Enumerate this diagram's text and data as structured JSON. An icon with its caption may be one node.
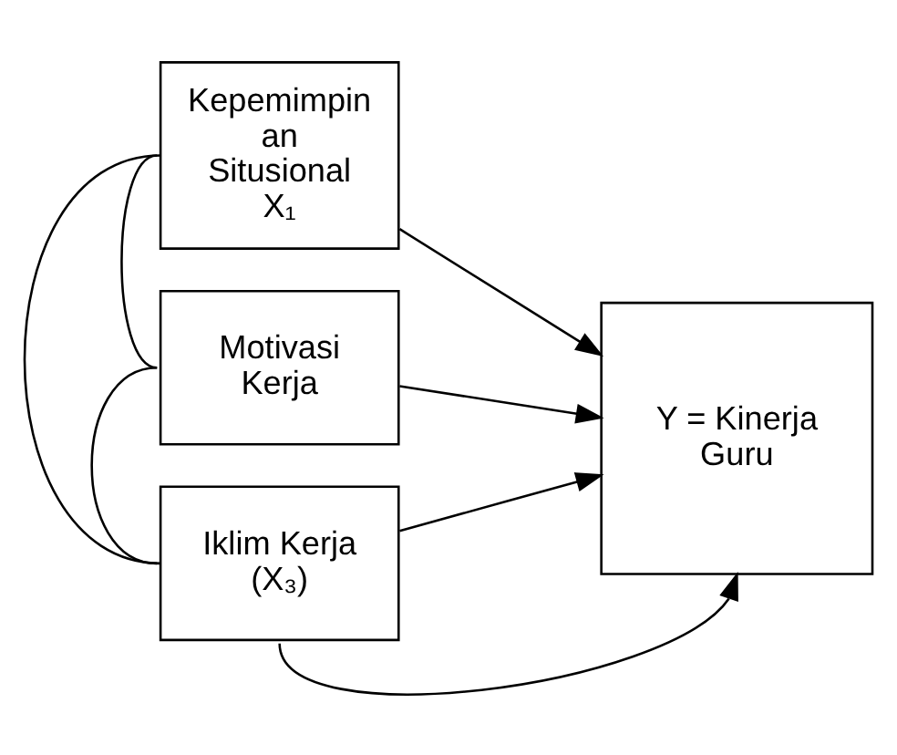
{
  "diagram": {
    "nodes": [
      {
        "text": [
          "Kepemimpin an Situsional X₁"
        ]
      },
      {
        "text": [
          "Motivasi Kerja"
        ]
      },
      {
        "text": [
          "Iklim Kerja (X₃)"
        ]
      },
      {
        "text": [
          "Y = Kinerja Guru"
        ]
      }
    ],
    "edges": [
      {
        "from": 0,
        "to": 3,
        "arrow": "to"
      },
      {
        "from": 1,
        "to": 3,
        "arrow": "to"
      },
      {
        "from": 2,
        "to": 3,
        "arrow": "to"
      },
      {
        "from": 2,
        "to": 3,
        "arrow": "to"
      },
      {
        "from": 0,
        "to": 1,
        "arrow": "none"
      },
      {
        "from": 1,
        "to": 2,
        "arrow": "none"
      },
      {
        "from": 0,
        "to": 2,
        "arrow": "none"
      }
    ]
  }
}
